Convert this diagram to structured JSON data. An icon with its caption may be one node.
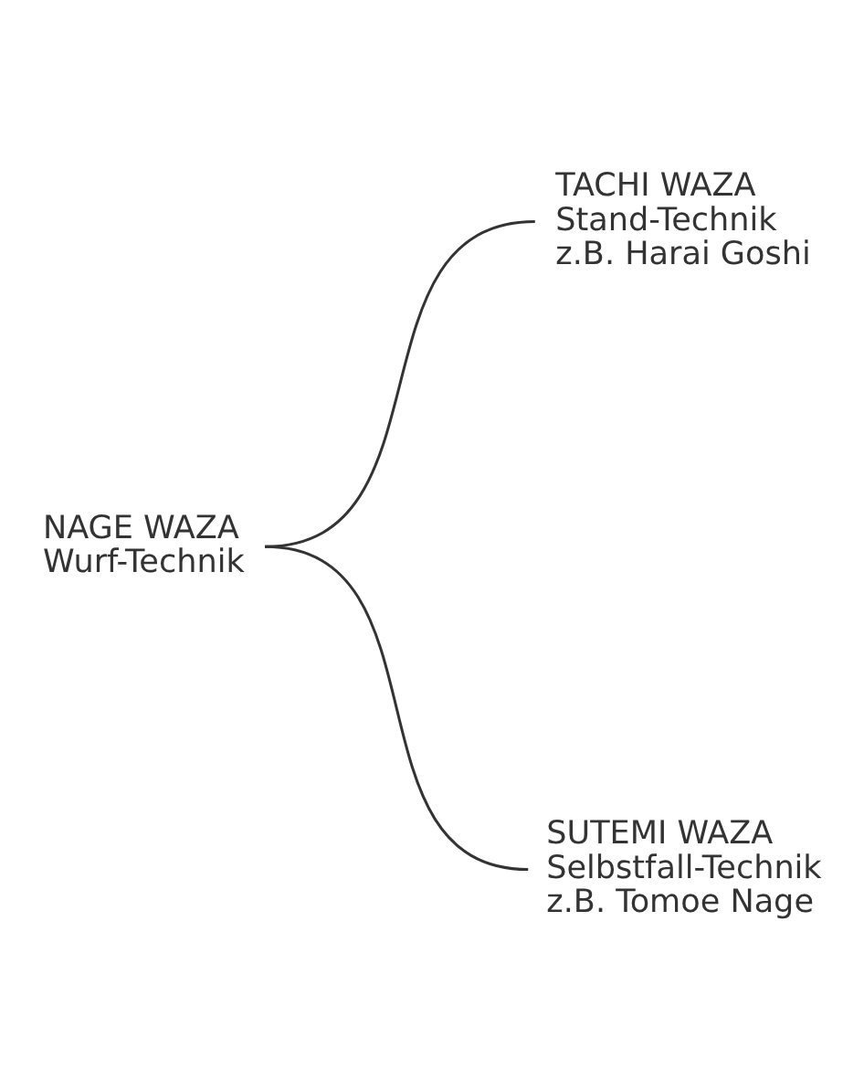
{
  "diagram": {
    "nodes": [
      {
        "text": [
          "NAGE WAZA",
          "Wurf-Technik"
        ]
      },
      {
        "text": [
          "TACHI WAZA",
          "Stand-Technik",
          "z.B. Harai Goshi"
        ]
      },
      {
        "text": [
          "SUTEMI WAZA",
          "Selbstfall-Technik",
          "z.B. Tomoe Nage"
        ]
      }
    ],
    "edges": [
      {
        "from": 0,
        "to": 1,
        "arrow": "none"
      },
      {
        "from": 0,
        "to": 2,
        "arrow": "none"
      }
    ]
  }
}
